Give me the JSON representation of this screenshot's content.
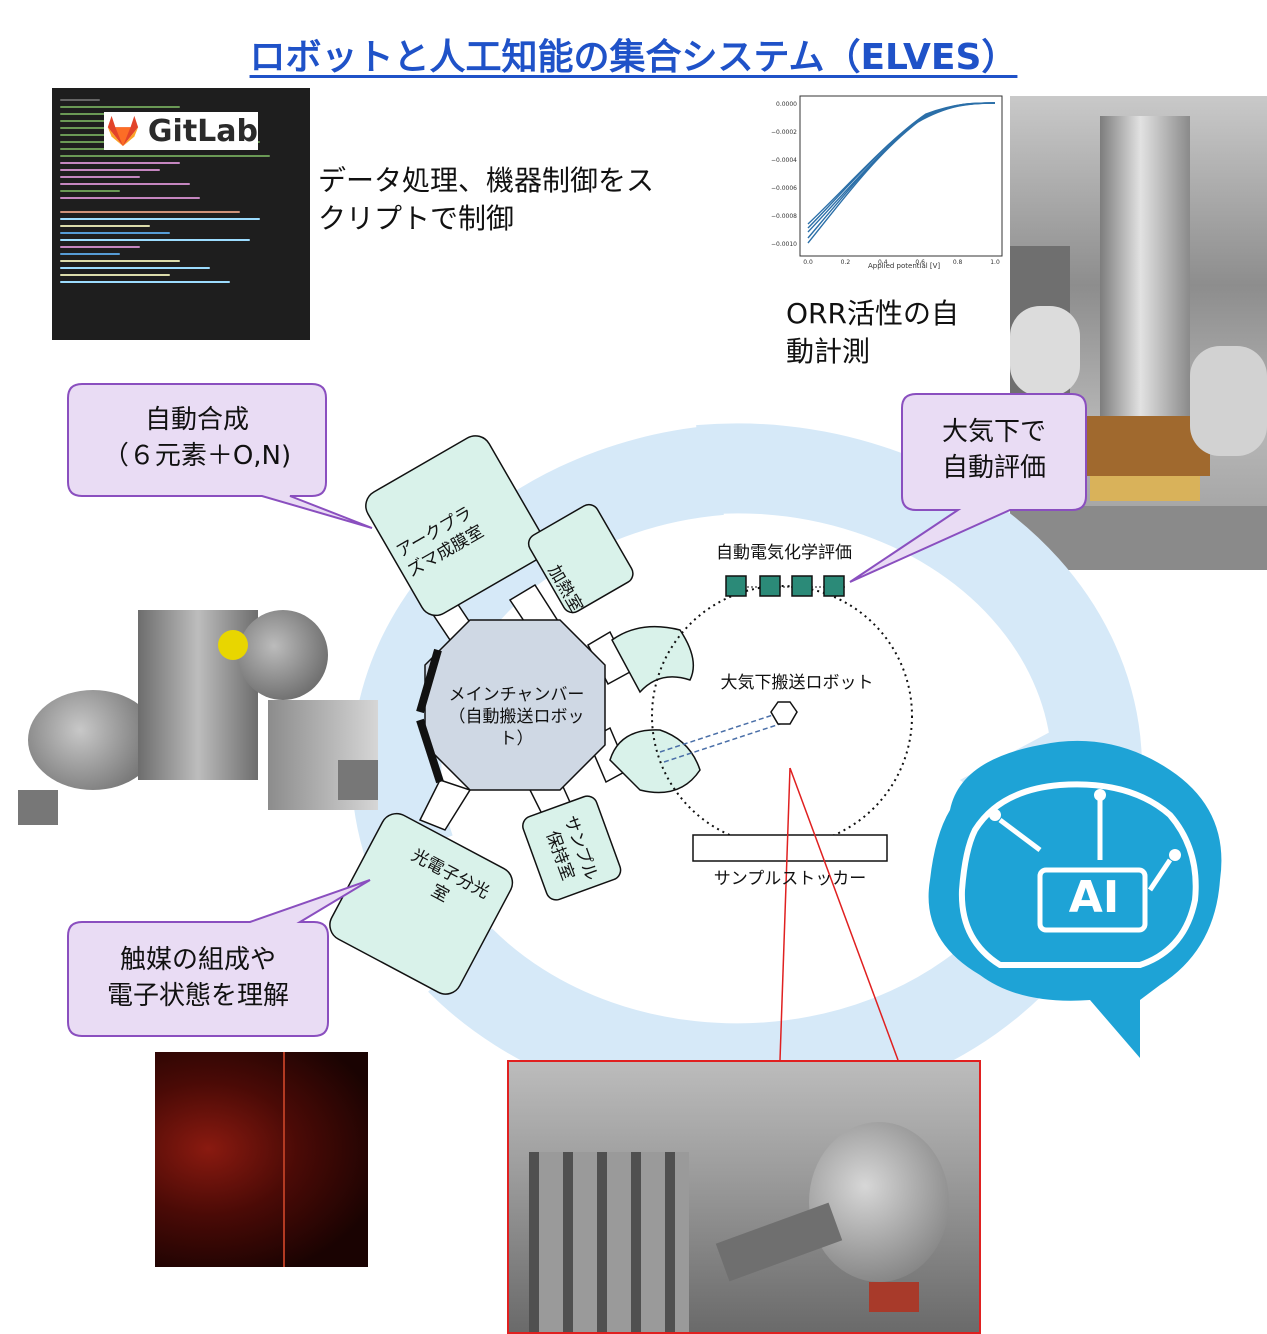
{
  "title": "ロボットと人工知能の集合システム（ELVES）",
  "script_panel": {
    "logo_text": "GitLab",
    "caption": [
      "データ処理、機器制御をス",
      "クリプトで制御"
    ]
  },
  "orr_panel": {
    "caption": [
      "ORR活性の自",
      "動計測"
    ],
    "plot": {
      "xlabel": "Applied potential [V]",
      "xticks": [
        "0.0",
        "0.2",
        "0.4",
        "0.6",
        "0.8",
        "1.0"
      ],
      "yticks": [
        "0.0000",
        "−0.0002",
        "−0.0004",
        "−0.0006",
        "−0.0008",
        "−0.0010"
      ]
    }
  },
  "callouts": {
    "synthesis": [
      "自動合成",
      "（６元素＋O,N)"
    ],
    "evaluation": [
      "大気下で",
      "自動評価"
    ],
    "spectroscopy": [
      "触媒の組成や",
      "電子状態を理解"
    ]
  },
  "chambers": {
    "arc_plasma": [
      "アークプラ",
      "ズマ成膜室"
    ],
    "heating": "加熱室",
    "main": [
      "メインチャンバー",
      "（自動搬送ロボッ",
      "ト）"
    ],
    "sample_holder": [
      "サンプル",
      "保持室"
    ],
    "photoelectron": [
      "光電子分光",
      "室"
    ]
  },
  "labels": {
    "electrochem": "自動電気化学評価",
    "air_robot": "大気下搬送ロボット",
    "stocker": "サンプルストッカー"
  },
  "ai_panel": {
    "text": "AI"
  },
  "colors": {
    "title": "#1f52c8",
    "callout_fill": "#e9dcf4",
    "callout_stroke": "#8a4fbf",
    "chamber_fill": "#d9f2ea",
    "main_fill": "#cfd8e4",
    "cycle_arrow": "#d6e9f8",
    "station": "#2b8a78",
    "ai_blue": "#1ea3d6",
    "zoom_line": "#e02020"
  }
}
